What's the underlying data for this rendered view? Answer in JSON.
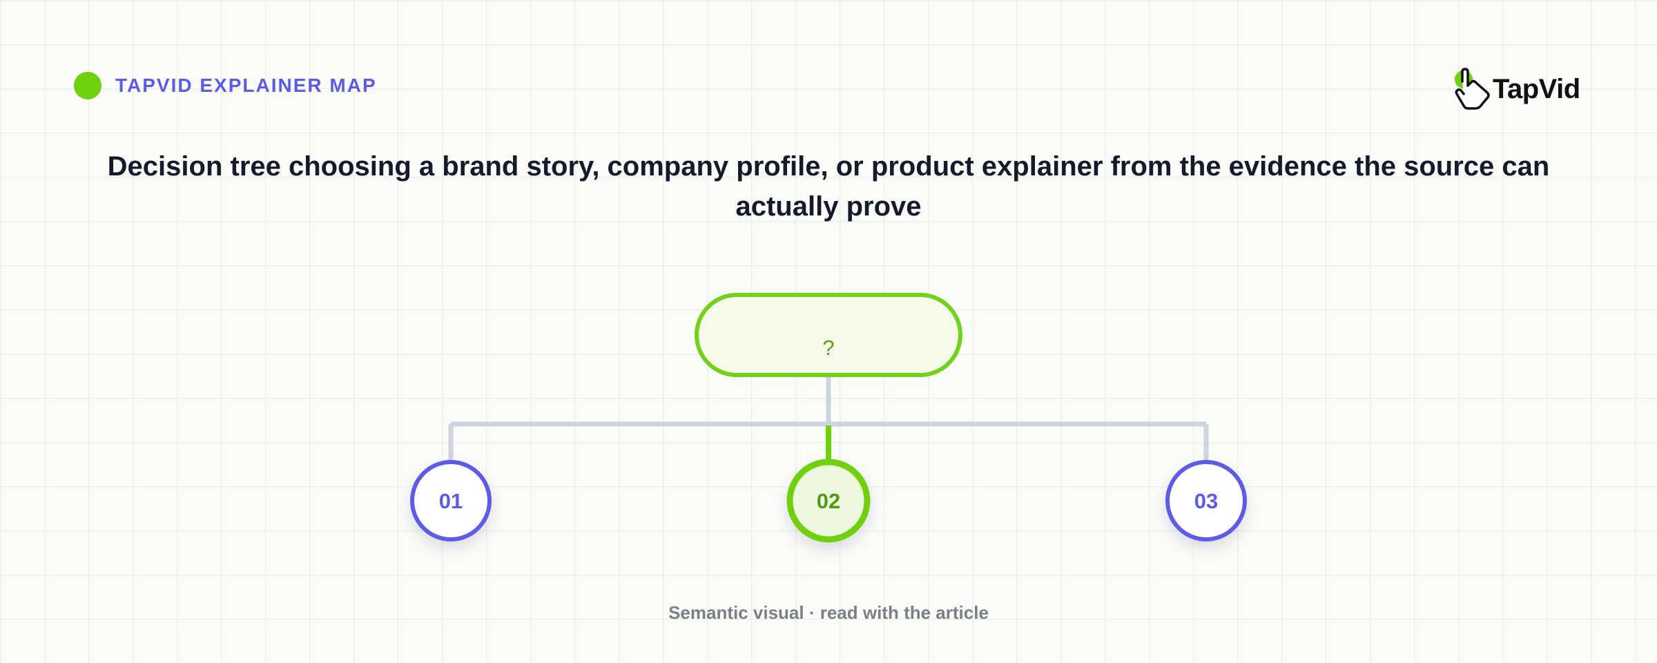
{
  "header": {
    "label": "TAPVID EXPLAINER MAP",
    "logo_text": "TapVid"
  },
  "title": "Decision tree choosing a brand story, company profile, or product explainer from the evidence the source can actually prove",
  "tree": {
    "root": "?",
    "branches": [
      {
        "label": "01",
        "highlighted": false
      },
      {
        "label": "02",
        "highlighted": true
      },
      {
        "label": "03",
        "highlighted": false
      }
    ]
  },
  "footer": "Semantic visual · read with the article",
  "colors": {
    "accent_green": "#6fd00e",
    "accent_purple": "#5b5be6",
    "connector": "#cdd3df"
  }
}
